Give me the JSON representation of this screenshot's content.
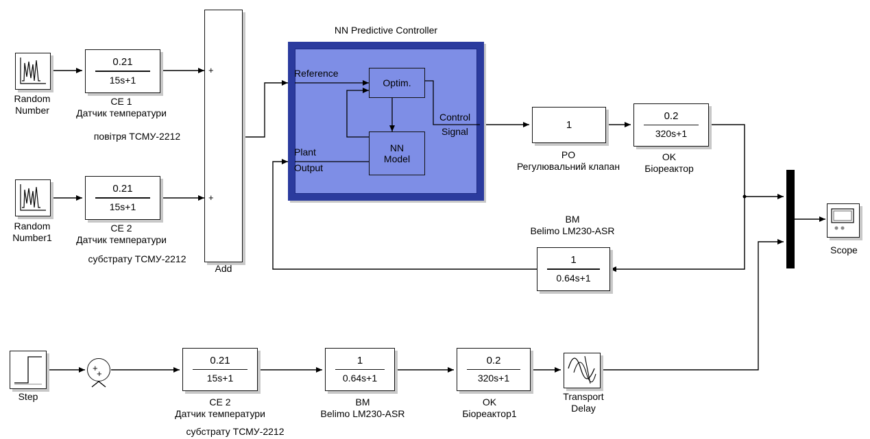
{
  "controller": {
    "title": "NN Predictive Controller",
    "ports": {
      "reference": "Reference",
      "plant": "Plant",
      "output": "Output",
      "control": "Control",
      "signal": "Signal"
    },
    "optim": "Optim.",
    "nn": "NN",
    "model": "Model"
  },
  "blocks": {
    "rn1": {
      "line1": "Random",
      "line2": "Number"
    },
    "rn2": {
      "line1": "Random",
      "line2": "Number1"
    },
    "ce1": {
      "num": "0.21",
      "den": "15s+1",
      "name": "CE 1",
      "desc1": "Датчик температури",
      "desc2": "повітря ТСМУ-2212"
    },
    "ce2": {
      "num": "0.21",
      "den": "15s+1",
      "name": "CE 2",
      "desc1": "Датчик температури",
      "desc2": "субстрату  ТСМУ-2212"
    },
    "add": {
      "name": "Add",
      "sign1": "+",
      "sign2": "+"
    },
    "po": {
      "gain": "1",
      "name": "PO",
      "desc": "Регулювальний клапан"
    },
    "ok": {
      "num": "0.2",
      "den": "320s+1",
      "name": "OK",
      "desc": "Біореактор"
    },
    "bm": {
      "num": "1",
      "den": "0.64s+1",
      "name": "BM",
      "desc": "Belimo LM230-ASR"
    },
    "scope": {
      "name": "Scope"
    },
    "step": {
      "name": "Step"
    },
    "sum": {
      "sign1": "+",
      "sign2": "+"
    },
    "ce2b": {
      "num": "0.21",
      "den": "15s+1",
      "name": "CE 2",
      "desc1": "Датчик температури",
      "desc2": "субстрату ТСМУ-2212"
    },
    "bmb": {
      "num": "1",
      "den": "0.64s+1",
      "name": "BM",
      "desc": "Belimo LM230-ASR"
    },
    "okb": {
      "num": "0.2",
      "den": "320s+1",
      "name": "OK",
      "desc": "Біореактор1"
    },
    "delay": {
      "line1": "Transport",
      "line2": "Delay"
    }
  }
}
